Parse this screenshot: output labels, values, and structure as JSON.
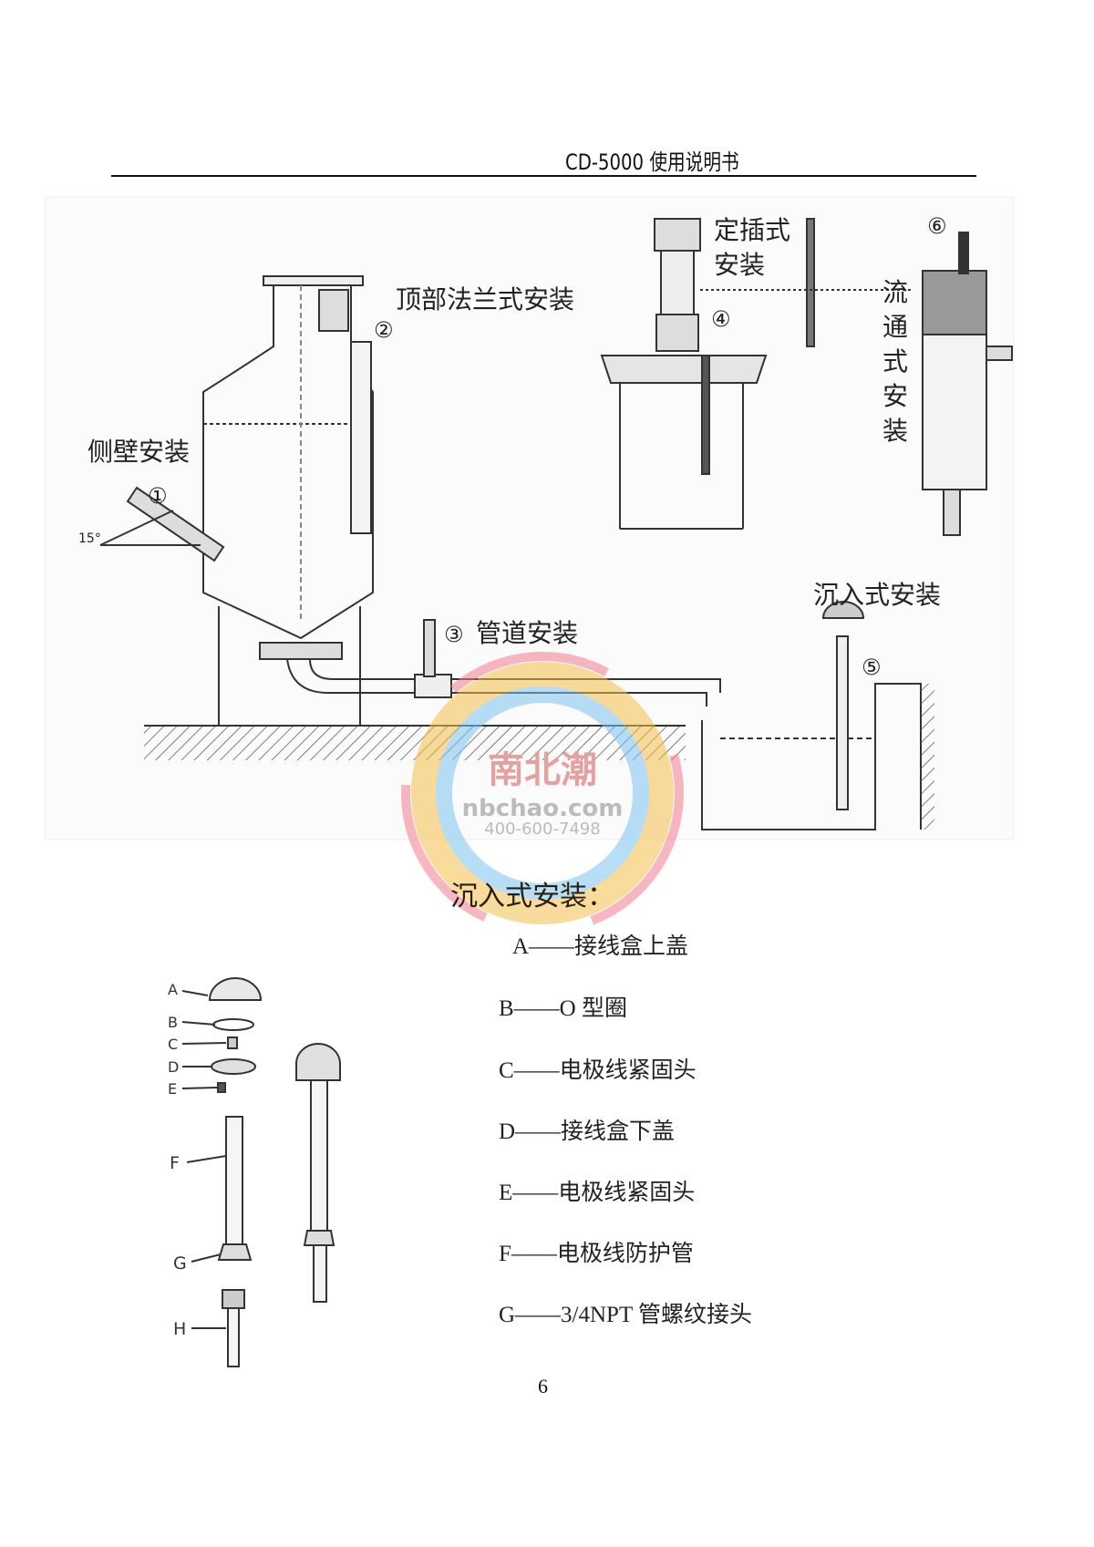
{
  "header": {
    "title": "CD-5000 使用说明书"
  },
  "diagram": {
    "side_wall": {
      "label": "侧壁安装",
      "number": "①",
      "angle": "15°"
    },
    "top_flange": {
      "label": "顶部法兰式安装",
      "number": "②"
    },
    "pipeline": {
      "label": "管道安装",
      "number": "③"
    },
    "fixed_insert": {
      "label_line1": "定插式",
      "label_line2": "安装",
      "number": "④"
    },
    "submerged": {
      "label": "沉入式安装",
      "number": "⑤"
    },
    "flow_through": {
      "label": [
        "流",
        "通",
        "式",
        "安",
        "装"
      ],
      "number": "⑥"
    }
  },
  "watermark": {
    "logo_text": "南北潮",
    "site": "nbchao.com",
    "phone": "400-600-7498"
  },
  "parts_drawing": {
    "letters": [
      "A",
      "B",
      "C",
      "D",
      "E",
      "F",
      "G",
      "H"
    ]
  },
  "section": {
    "heading": "沉入式安装：",
    "items": [
      "A——接线盒上盖",
      "B——O 型圈",
      "C——电极线紧固头",
      "D——接线盒下盖",
      "E——电极线紧固头",
      "F——电极线防护管",
      "G——3/4NPT 管螺纹接头"
    ]
  },
  "page_number": "6"
}
